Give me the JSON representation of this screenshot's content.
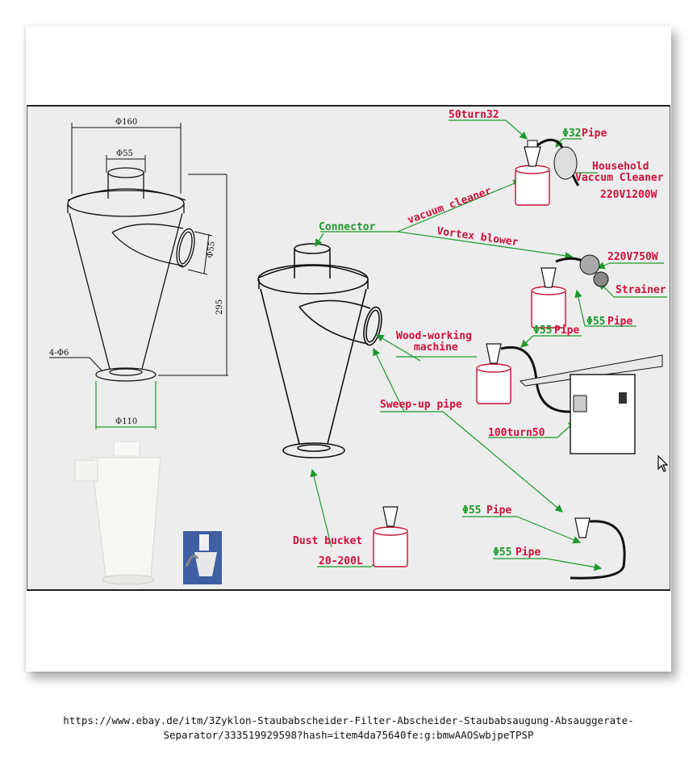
{
  "dimensions": {
    "d160": "Φ160",
    "d55_top": "Φ55",
    "d55_side": "Φ55",
    "height": "295",
    "holes": "4-Φ6",
    "d110": "Φ110"
  },
  "labels": {
    "connector": "Connector",
    "vacuum_cleaner": "vacuum cleaner",
    "vortex_blower": "Vortex blower",
    "turn_50_32": "50turn32",
    "phi32": "Φ32",
    "pipe": "Pipe",
    "household_line1": "Household",
    "household_line2": "Vaccum Cleaner",
    "power_1200": "220V1200W",
    "power_750": "220V750W",
    "strainer": "Strainer",
    "phi55": "Φ55",
    "woodworking_line1": "Wood-working",
    "woodworking_line2": "machine",
    "turn_100_50": "100turn50",
    "sweep_up": "Sweep-up pipe",
    "dust_bucket": "Dust bucket",
    "bucket_size": "20-200L"
  },
  "colors": {
    "red_label": "#d0103a",
    "green_label": "#1a9a2a",
    "figure_bg": "#ededed"
  },
  "url_text": "https://www.ebay.de/itm/3Zyklon-Staubabscheider-Filter-Abscheider-Staubabsaugung-Absauggerate-Separator/333519929598?hash=item4da75640fe:g:bmwAAOSwbjpeTPSP"
}
